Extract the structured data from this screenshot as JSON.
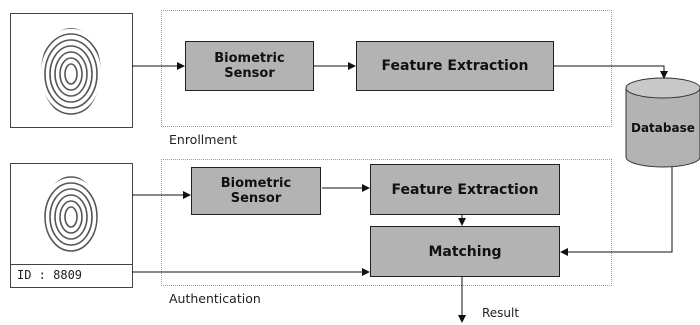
{
  "enrollment": {
    "label": "Enrollment",
    "sensor": "Biometric\nSensor",
    "feature": "Feature Extraction"
  },
  "authentication": {
    "label": "Authentication",
    "sensor": "Biometric\nSensor",
    "feature": "Feature Extraction",
    "matching": "Matching",
    "id_text": "ID : 8809",
    "result": "Result"
  },
  "database": {
    "label": "Database"
  },
  "icons": {
    "fingerprint_top": "fingerprint-icon",
    "fingerprint_bottom": "fingerprint-icon"
  }
}
